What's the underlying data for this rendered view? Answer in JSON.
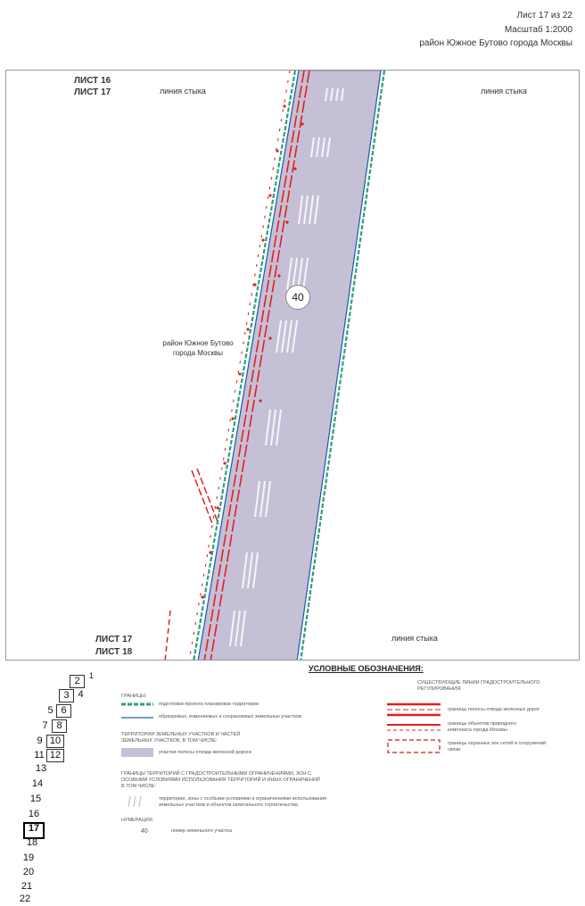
{
  "header": {
    "sheet_label": "Лист 17 из 22",
    "scale_label": "Масштаб 1:2000",
    "district_label": "район Южное Бутово города Москвы"
  },
  "map": {
    "top_sheets": [
      "ЛИСТ 16",
      "ЛИСТ 17"
    ],
    "bottom_sheets": [
      "ЛИСТ 17",
      "ЛИСТ 18"
    ],
    "junction_label": "линия стыка",
    "district_text": [
      "район Южное Бутово",
      "города Москвы"
    ],
    "plot_number": "40",
    "colors": {
      "strip": "#c6c0d6",
      "red_line": "#e02020",
      "green_line": "#2e9e7a",
      "blue_line": "#1a5fb0"
    }
  },
  "legend": {
    "title": "УСЛОВНЫЕ ОБОЗНАЧЕНИЯ:",
    "sections": {
      "borders": "ГРАНИЦЫ:",
      "territories": [
        "ТЕРРИТОРИИ ЗЕМЕЛЬНЫХ УЧАСТКОВ И ЧАСТЕЙ",
        "ЗЕМЕЛЬНЫХ УЧАСТКОВ, В ТОМ ЧИСЛЕ:"
      ],
      "restrictions": [
        "ГРАНИЦЫ ТЕРРИТОРИЙ С ГРАДОСТРОИТЕЛЬНЫМИ ОГРАНИЧЕНИЯМИ, ЗОН С",
        "ОСОБЫМИ УСЛОВИЯМИ ИСПОЛЬЗОВАНИЯ ТЕРРИТОРИЙ И ИНЫХ ОГРАНИЧЕНИЙ",
        "В ТОМ ЧИСЛЕ:"
      ],
      "numbering": "НУМЕРАЦИЯ:",
      "existing_lines": [
        "СУЩЕСТВУЮЩИЕ ЛИНИИ ГРАДОСТРОИТЕЛЬНОГО",
        "РЕГУЛИРОВАНИЯ:"
      ]
    },
    "items": {
      "project_boundary": "подготовки проекта планировки территории",
      "formed_plots": "образуемых, изменяемых и сохраняемых земельных участков",
      "railway_strip": "участки полосы отвода железной дороги",
      "restriction_zone": [
        "территории, зоны с особыми условиями и ограничениями использования",
        "земельных участков и объектов капитального строительства"
      ],
      "plot_number_sample": "40",
      "plot_number_desc": "номер земельного участка",
      "red_rail": "границы полосы отвода железных дорог",
      "natural_complex": [
        "границы объектов природного",
        "комплекса города Москвы"
      ],
      "protection_zone": [
        "границы охранных зон сетей и сооружений",
        "связи"
      ]
    }
  },
  "sheet_index": [
    "1",
    "2",
    "3",
    "4",
    "5",
    "6",
    "7",
    "8",
    "9",
    "10",
    "11",
    "12",
    "13",
    "14",
    "15",
    "16",
    "17",
    "18",
    "19",
    "20",
    "21",
    "22"
  ],
  "current_sheet": "17"
}
